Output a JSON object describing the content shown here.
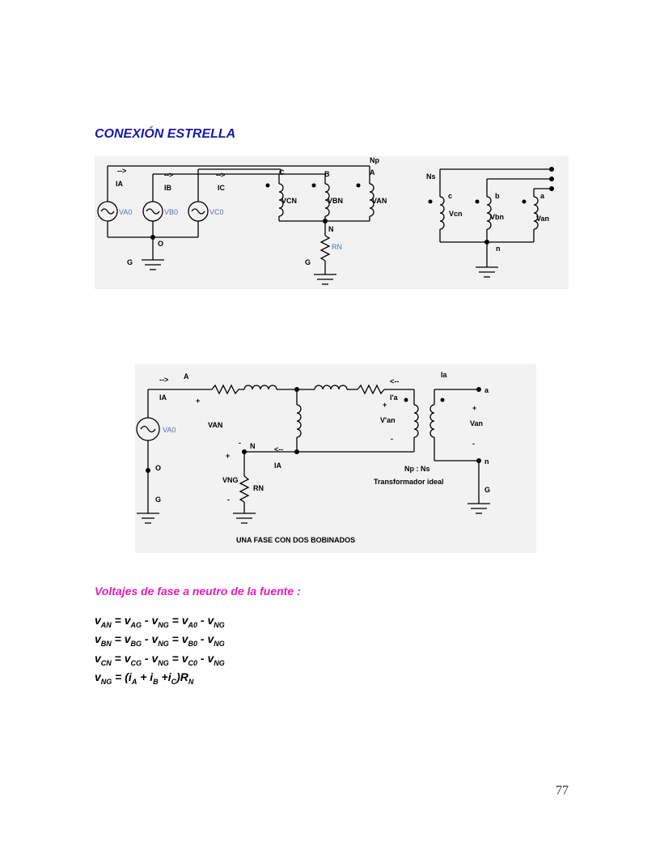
{
  "heading": "CONEXIÓN ESTRELLA",
  "figure1": {
    "labels": {
      "ia": "IA",
      "ib": "IB",
      "ic": "IC",
      "arrow": "-->",
      "va0": "VA0",
      "vb0": "VB0",
      "vc0": "VC0",
      "o": "O",
      "g": "G",
      "c": "C",
      "b": "B",
      "a": "A",
      "np": "Np",
      "vcn": "VCN",
      "vbn": "VBN",
      "van": "VAN",
      "n": "N",
      "rn": "RN",
      "ns": "Ns",
      "c_s": "c",
      "b_s": "b",
      "a_s": "a",
      "vcn_s": "Vcn",
      "vbn_s": "Vbn",
      "van_s": "Van",
      "n_s": "n"
    }
  },
  "figure2": {
    "labels": {
      "arrow_right": "-->",
      "arrow_left": "<--",
      "a": "A",
      "ia": "IA",
      "plus": "+",
      "minus": "-",
      "van": "VAN",
      "va0": "VA0",
      "o": "O",
      "g": "G",
      "n": "N",
      "vng": "VNG",
      "rn": "RN",
      "ipa": "I'a",
      "vpan": "V'an",
      "ia_s": "Ia",
      "a_s": "a",
      "van_s": "Van",
      "n_s": "n",
      "ratio": "Np : Ns",
      "transformer": "Transformador ideal",
      "caption": "UNA FASE CON DOS BOBINADOS"
    }
  },
  "subtitle": "Voltajes de fase a neutro de la fuente :",
  "equations": [
    {
      "text": "vAN = vAG - vNG = vA0 - vNG"
    },
    {
      "text": "vBN = vBG - vNG = vB0 - vNG"
    },
    {
      "text": "vCN = vCG - vNG = vC0 - vNG"
    },
    {
      "text": "vNG = (iA + iB +iC)RN"
    }
  ],
  "page_number": "77"
}
